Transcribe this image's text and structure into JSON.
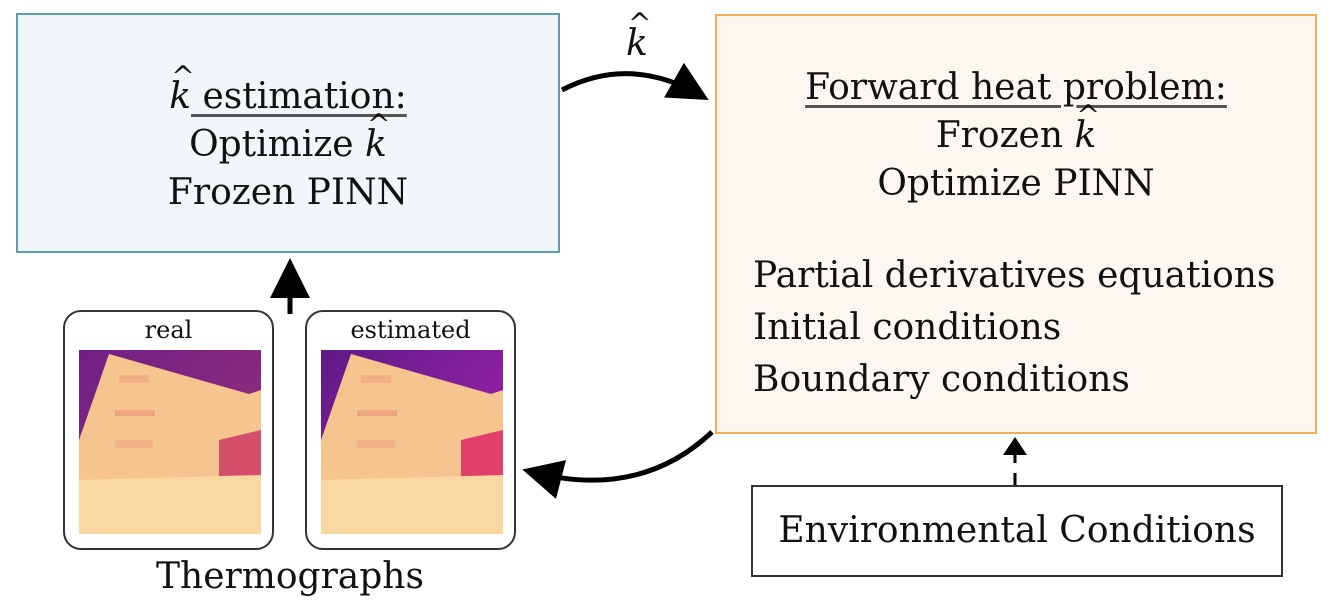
{
  "diagram": {
    "estimation_box": {
      "title_symbol": "k",
      "title_text": " estimation:",
      "line1_text": "Optimize ",
      "line1_symbol": "k",
      "line2": "Frozen PINN",
      "fill_color": "#f1f7f8",
      "border_color": "#5f9cae"
    },
    "edge_label": {
      "symbol": "k"
    },
    "forward_box": {
      "title": "Forward heat problem:",
      "line1_text": "Frozen ",
      "line1_symbol": "k",
      "line2": "Optimize PINN",
      "constraints": [
        "Partial derivatives equations",
        "Initial conditions",
        "Boundary conditions"
      ],
      "fill_color": "#fdf7f2",
      "border_color": "#f0ad59"
    },
    "environment_box": {
      "label": "Environmental Conditions"
    },
    "thermographs": {
      "caption": "Thermographs",
      "images": [
        {
          "label": "real"
        },
        {
          "label": "estimated"
        }
      ]
    }
  }
}
